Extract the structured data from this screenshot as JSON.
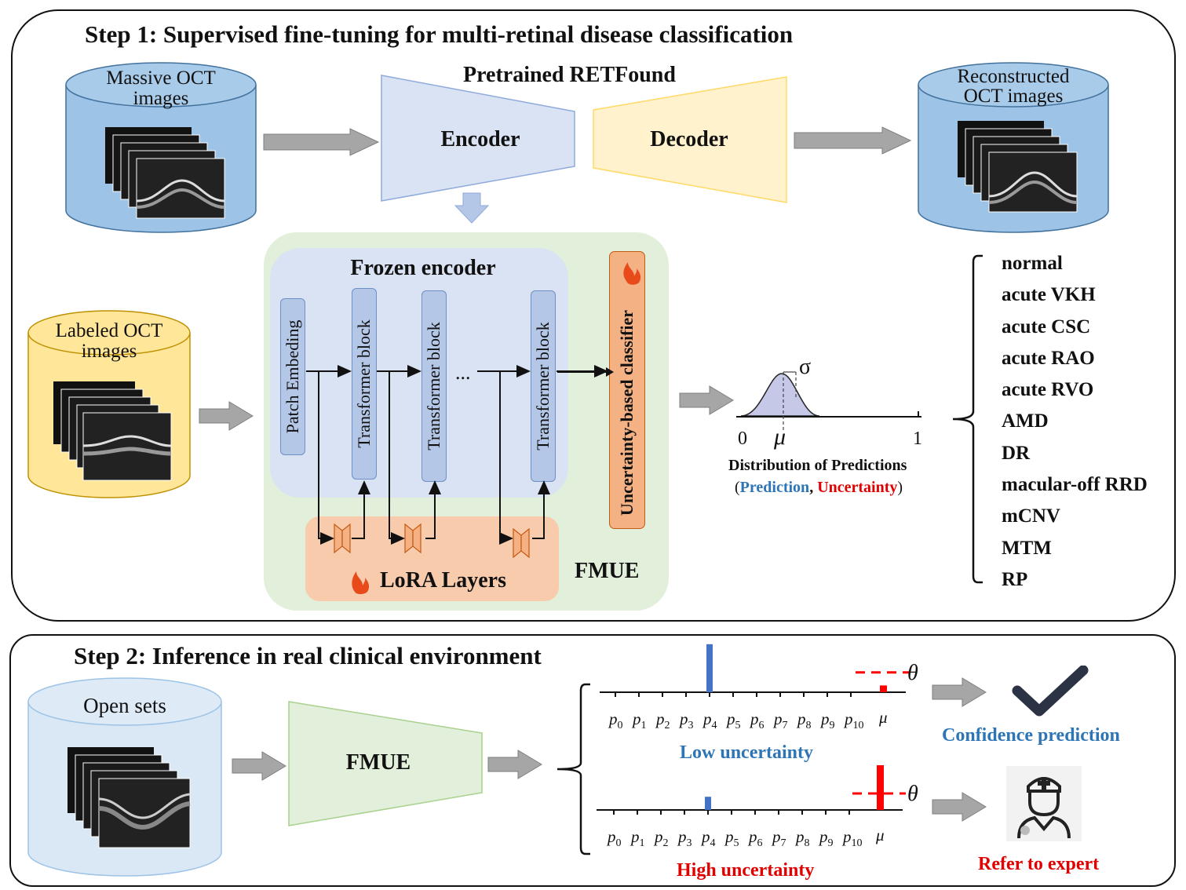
{
  "step1": {
    "title": "Step 1: Supervised fine-tuning for multi-retinal disease classification",
    "massive_db": {
      "line1": "Massive OCT",
      "line2": "images",
      "color": "#9dc3e6"
    },
    "pretrained_label": "Pretrained RETFound",
    "encoder_label": "Encoder",
    "decoder_label": "Decoder",
    "reconstructed_db": {
      "line1": "Reconstructed",
      "line2": "OCT images"
    },
    "labeled_db": {
      "line1": "Labeled OCT",
      "line2": "images",
      "color": "#ffe699"
    },
    "frozen_encoder_label": "Frozen encoder",
    "patch_embedding": "Patch Embeding",
    "transformer_block": "Transformer block",
    "ellipsis": "...",
    "classifier_label": "Uncertainty-based classifier",
    "lora_label": "LoRA Layers",
    "fmue_label": "FMUE",
    "distribution": {
      "sigma": "σ",
      "mu": "μ",
      "tick0": "0",
      "tick1": "1",
      "caption": "Distribution of Predictions",
      "paren_open": "(",
      "prediction": "Prediction",
      "comma": ", ",
      "uncertainty": "Uncertainty",
      "paren_close": ")"
    },
    "classes": [
      "normal",
      "acute VKH",
      "acute CSC",
      "acute RAO",
      "acute RVO",
      "AMD",
      "DR",
      "macular-off RRD",
      "mCNV",
      "MTM",
      "RP"
    ]
  },
  "step2": {
    "title": "Step 2: Inference in real clinical environment",
    "open_sets": "Open sets",
    "fmue_label": "FMUE",
    "theta": "θ",
    "p_labels": [
      "p",
      "p",
      "p",
      "p",
      "p",
      "p",
      "p",
      "p",
      "p",
      "p",
      "p"
    ],
    "p_subs": [
      "0",
      "1",
      "2",
      "3",
      "4",
      "5",
      "6",
      "7",
      "8",
      "9",
      "10"
    ],
    "mu": "μ",
    "low_uncertainty": "Low uncertainty",
    "high_uncertainty": "High uncertainty",
    "confidence_prediction": "Confidence prediction",
    "refer_to_expert": "Refer to expert",
    "low_chart": {
      "p4_value": 0.85,
      "mu_value": 0.12,
      "threshold": 0.35
    },
    "high_chart": {
      "p4_value": 0.28,
      "mu_value": 0.95,
      "threshold": 0.35
    }
  },
  "colors": {
    "blue_text": "#2e75b6",
    "red_text": "#e00000",
    "fmue_green": "#e2efda",
    "lora_orange": "#f8cbad"
  }
}
